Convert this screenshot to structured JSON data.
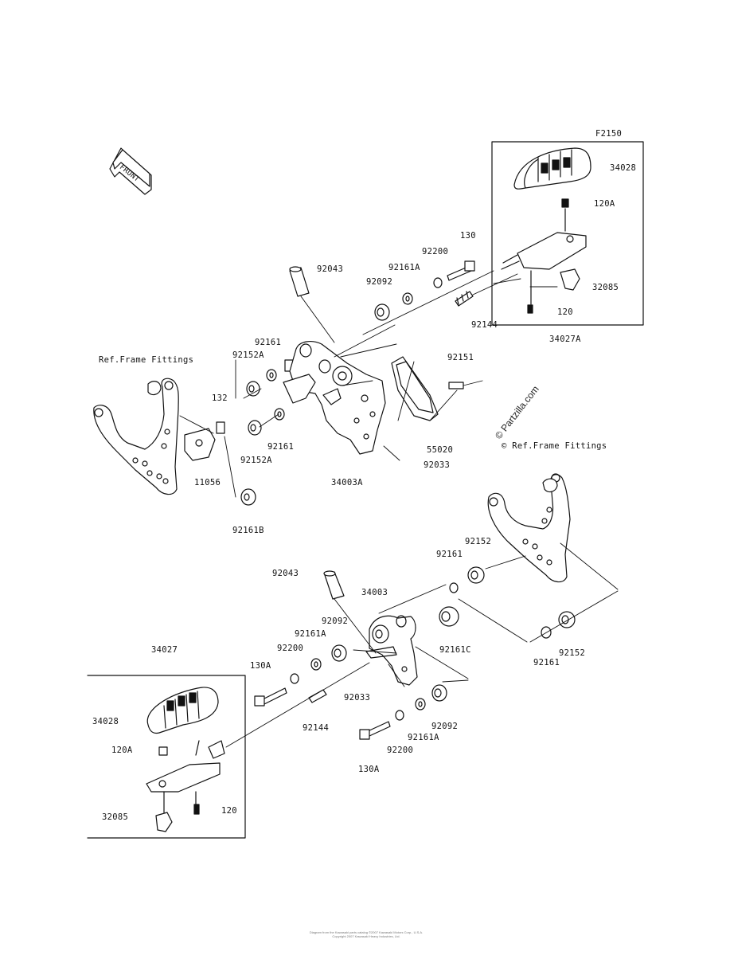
{
  "diagram": {
    "code": "F2150",
    "front_badge": "FRONT",
    "ref_text": "Ref.Frame Fittings",
    "ref_text_2": "© Ref.Frame Fittings",
    "watermark": "© Partzilla.com",
    "footer_line_1": "Diagram from the Kawasaki parts catalog ©2007 Kawasaki Motors Corp., U.S.A.",
    "footer_line_2": "Copyright 2007 Kawasaki Heavy Industries, Ltd."
  },
  "upper_parts": {
    "p130": "130",
    "p92200": "92200",
    "p92161A": "92161A",
    "p92092": "92092",
    "p92043": "92043",
    "p92144": "92144",
    "p92161": "92161",
    "p92152A": "92152A",
    "p132": "132",
    "p92161_b": "92161",
    "p92152A_b": "92152A",
    "p11056": "11056",
    "p92161B": "92161B",
    "p34003A": "34003A",
    "p92151": "92151",
    "p55020": "55020",
    "p92033": "92033"
  },
  "upper_box": {
    "p34028": "34028",
    "p120A": "120A",
    "p32085": "32085",
    "p120": "120",
    "p34027A": "34027A"
  },
  "lower_parts": {
    "p92043": "92043",
    "p34003": "34003",
    "p92092": "92092",
    "p92161A": "92161A",
    "p92200": "92200",
    "p130A": "130A",
    "p92144": "92144",
    "p92033": "92033",
    "p92161C": "92161C",
    "p92161": "92161",
    "p92152": "92152",
    "p92161_b": "92161",
    "p92152_b": "92152",
    "p92092_b": "92092",
    "p92161A_b": "92161A",
    "p92200_b": "92200",
    "p130A_b": "130A"
  },
  "lower_box": {
    "p34027": "34027",
    "p34028": "34028",
    "p120A": "120A",
    "p32085": "32085",
    "p120": "120"
  }
}
